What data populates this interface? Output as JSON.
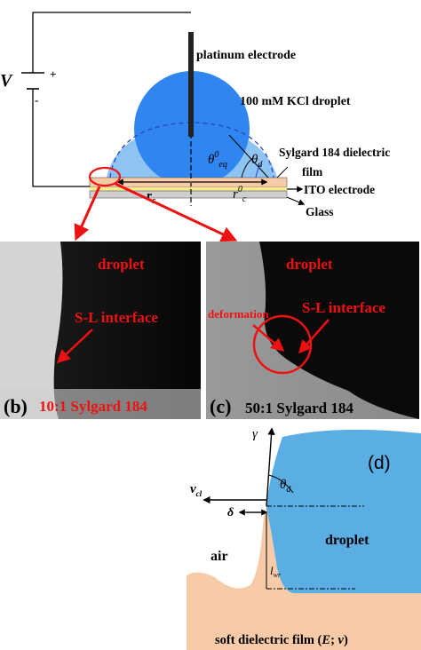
{
  "panel_a": {
    "electrode_label": "platinum electrode",
    "droplet_label": "100 mM KCl droplet",
    "film_label_1": "Sylgard 184 dielectric",
    "film_label_2": "film",
    "ito_label": "ITO electrode",
    "glass_label": "Glass",
    "voltage_symbol": "V",
    "plus_sign": "+",
    "minus_sign": "-",
    "theta_eq_base": "θ",
    "theta_eq_sup": "0",
    "theta_eq_sub": "eq",
    "theta_d_base": "θ",
    "theta_d_sub": "d",
    "rc_base": "r",
    "rc_sub": "c",
    "r0c_base": "r",
    "r0c_sup": "0",
    "r0c_sub": "c"
  },
  "panel_b": {
    "droplet_label": "droplet",
    "interface_label": "S-L interface",
    "tag": "(b)",
    "caption": "10:1 Sylgard 184"
  },
  "panel_c": {
    "droplet_label": "droplet",
    "interface_label": "S-L interface",
    "deformation_label": "deformation",
    "tag": "(c)",
    "caption": "50:1 Sylgard 184"
  },
  "panel_d": {
    "tag": "(d)",
    "gamma": "γ",
    "theta_base": "θ",
    "theta_sub": "d",
    "vcl_base": "v",
    "vcl_sub": "cl",
    "delta": "δ",
    "air_label": "air",
    "droplet_label": "droplet",
    "lwr_base": "l",
    "lwr_sub": "wr",
    "film_label_prefix": "soft dielectric film (",
    "film_label_E": "E",
    "film_label_sep": "; ",
    "film_label_nu": "ν",
    "film_label_suffix": ")"
  },
  "colors": {
    "droplet_blue": "#2f86f0",
    "droplet_light": "#8fc3f2",
    "film_peach": "#f8cba8",
    "ito_yellow": "#f5ed8c",
    "annot_red": "#ee1111",
    "panel_d_blue": "#5aaee3"
  }
}
